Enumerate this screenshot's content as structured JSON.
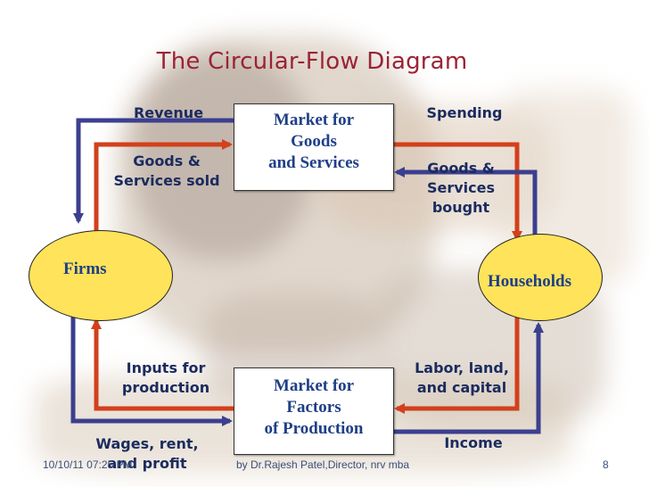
{
  "title": "The Circular-Flow Diagram",
  "boxes": {
    "goods_market": [
      "Market for",
      "Goods",
      "and Services"
    ],
    "factors_market": [
      "Market for",
      "Factors",
      "of Production"
    ]
  },
  "ellipses": {
    "firms": "Firms",
    "households": "Households"
  },
  "labels": {
    "revenue": "Revenue",
    "goods_sold": [
      "Goods &",
      "Services sold"
    ],
    "spending": "Spending",
    "goods_bought": [
      "Goods &",
      "Services",
      "bought"
    ],
    "inputs": [
      "Inputs for",
      "production"
    ],
    "labor": [
      "Labor, land,",
      "and capital"
    ],
    "wages": [
      "Wages, rent,",
      "and profit"
    ],
    "income": "Income"
  },
  "footer": {
    "date": "10/10/11 07:25 PM",
    "credit": "by Dr.Rajesh Patel,Director, nrv mba",
    "page": "8"
  },
  "colors": {
    "money_flow": "#3b3f8f",
    "goods_flow": "#d2401c",
    "title": "#9b2335",
    "ellipse_fill": "#ffe35a"
  }
}
